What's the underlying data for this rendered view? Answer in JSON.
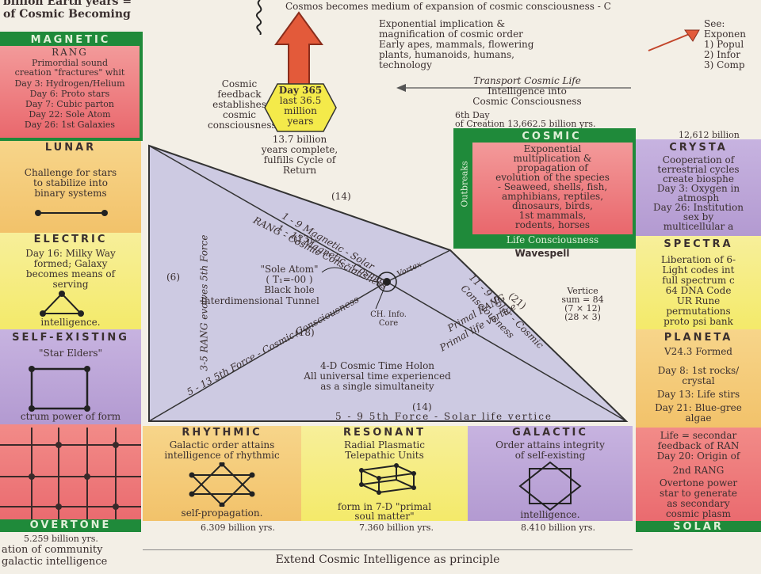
{
  "colors": {
    "magnetic": "#e9676c",
    "lunar": "#f2c26a",
    "electric": "#f4ea6a",
    "self_existing": "#b39ad1",
    "overtone": "#e9676c",
    "rhythmic": "#f2c26a",
    "resonant": "#f4ea6a",
    "galactic": "#b39ad1",
    "cosmic": "#e9676c",
    "crystal": "#b39ad1",
    "spectral": "#f4ea6a",
    "planetary": "#f2c26a",
    "solar": "#e9676c",
    "green_frame": "#1f8a3a",
    "pyramid": "#c9c6de"
  },
  "top": {
    "title_line1": "billion Earth years =",
    "title_line2": "of Cosmic Becoming",
    "banner": "Cosmos becomes medium of expansion of cosmic consciousness - C",
    "expo_text": [
      "Exponential implication &",
      "magnification of cosmic order",
      "Early apes, mammals, flowering",
      "plants, humanoids, humans,",
      "technology"
    ],
    "transport": [
      "Transport Cosmic Life",
      "Intelligence into",
      "Cosmic Consciousness"
    ],
    "sixth_day": [
      "6th Day",
      "of Creation 13,662.5 billion yrs."
    ],
    "see_list": [
      "See:",
      "Exponen",
      "1) Popul",
      "2) Infor",
      "3) Comp"
    ],
    "feedback": [
      "Cosmic",
      "feedback",
      "establishes",
      "cosmic",
      "consciousness"
    ],
    "day365": [
      "Day 365",
      "last 36.5",
      "million",
      "years"
    ],
    "years_complete": [
      "13.7 billion",
      "years complete,",
      "fulfills Cycle of",
      "Return"
    ],
    "top_right_num": "12,612 billion"
  },
  "left": {
    "magnetic": {
      "head": "MAGNETIC",
      "sub": "RANG",
      "lines": [
        "Primordial sound",
        "creation \"fractures\" whit",
        "Day 3: Hydrogen/Helium",
        "Day 6: Proto stars",
        "Day 7: Cubic parton",
        "Day 22: Sole Atom",
        "Day 26: 1st Galaxies"
      ]
    },
    "lunar": {
      "head": "LUNAR",
      "lines": [
        "Challenge for stars",
        "to stabilize into",
        "binary systems"
      ]
    },
    "electric": {
      "head": "ELECTRIC",
      "lines": [
        "Day 16: Milky Way",
        "formed; Galaxy",
        "becomes means of",
        "serving"
      ],
      "footer": "intelligence."
    },
    "self_existing": {
      "head": "SELF-EXISTING",
      "lines": [
        "\"Star Elders\""
      ],
      "footer": "ctrum power of form"
    },
    "overtone": {
      "head": "OVERTONE",
      "years": "5.259 billion yrs.",
      "lines": [
        "ation of community",
        "galactic intelligence"
      ]
    }
  },
  "bottom": {
    "rhythmic": {
      "head": "RHYTHMIC",
      "lines": [
        "Galactic order attains",
        "intelligence of rhythmic"
      ],
      "footer": "self-propagation.",
      "years": "6.309 billion yrs."
    },
    "resonant": {
      "head": "RESONANT",
      "lines": [
        "Radial Plasmatic",
        "Telepathic Units"
      ],
      "footer": [
        "form in 7-D \"primal",
        "soul matter\""
      ],
      "years": "7.360 billion yrs."
    },
    "galactic": {
      "head": "GALACTIC",
      "lines": [
        "Order attains integrity",
        "of self-existing"
      ],
      "footer": "intelligence.",
      "years": "8.410 billion yrs."
    },
    "extend": [
      "Extend Cosmic Intelligence as principle"
    ]
  },
  "right": {
    "cosmic": {
      "head": "COSMIC",
      "lines": [
        "Exponential",
        "multiplication &",
        "propagation of",
        "evolution of the species",
        "- Seaweed, shells, fish,",
        "amphibians, reptiles,",
        "dinosaurs, birds,",
        "1st mammals,",
        "rodents, horses"
      ],
      "footer": "Life Consciousness",
      "side": "Outbreaks"
    },
    "wavespell": "Wavespell",
    "crystal": {
      "head": "CRYSTA",
      "lines": [
        "Cooperation of",
        "terrestrial cycles",
        "create biosphe",
        "Day 3: Oxygen in",
        "atmosph",
        "Day 26: Institution",
        "sex by",
        "multicellular a"
      ]
    },
    "spectral": {
      "head": "SPECTRA",
      "lines": [
        "Liberation of 6-",
        "Light codes int",
        "full spectrum c",
        "64 DNA Code",
        "UR Rune",
        "permutations",
        "proto psi bank"
      ]
    },
    "planetary": {
      "head": "PLANETA",
      "lines": [
        "V24.3 Formed",
        "Day 8: 1st rocks/",
        "crystal",
        "Day 13: Life stirs",
        "Day 21: Blue-gree",
        "algae"
      ]
    },
    "solar": {
      "head": "SOLAR",
      "lines": [
        "Life = secondar",
        "feedback of RAN",
        "Day 20: Origin of",
        "2nd RANG",
        "Overtone power",
        "star to generate",
        "as secondary",
        "cosmic plasm"
      ]
    }
  },
  "pyramid": {
    "edge_top": "1 - 13 Magnetic - Cosmic",
    "edge_top2": "RANG - Cosmic Consciousness",
    "edge_mid": "1 - 9 Magnetic - Solar",
    "n14a": "(14)",
    "n13": "(13)",
    "left_edge": "3-5 RANG evolves 5th Force",
    "n6": "(6)",
    "sole_atom": [
      "\"Sole Atom\"",
      "( T₁=-00 )",
      "Black hole"
    ],
    "tunnel": "Interdimensional Tunnel",
    "ch_core": [
      "CH. Info.",
      "Core"
    ],
    "vortex": "Vortex",
    "right_edge": "11 - 9 Solar - Cosmic",
    "right_edge2": "Consciousness",
    "n21": "(21)",
    "primal": "Primal RANG",
    "primal2": "Primal life vertice",
    "diag": "5 - 13 5th Force - Cosmic Consciousness",
    "n18": "(18)",
    "holon": [
      "4-D Cosmic Time Holon",
      "All universal time experienced",
      "as a single simultaneity"
    ],
    "vertice": [
      "Vertice",
      "sum = 84",
      "(7 × 12)",
      "(28 × 3)"
    ],
    "n14b": "(14)",
    "base": "5 - 9 5th Force - Solar life vertice"
  }
}
